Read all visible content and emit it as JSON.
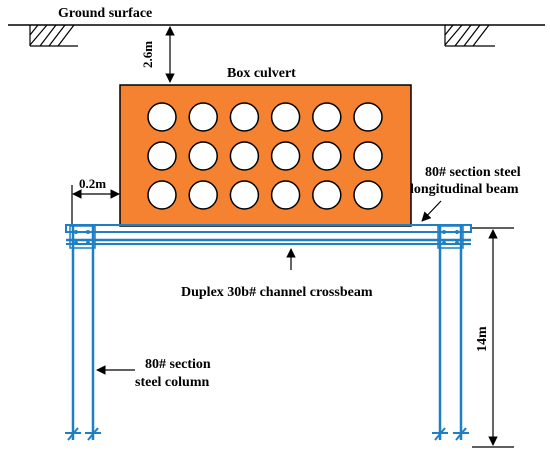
{
  "labels": {
    "ground_surface": "Ground surface",
    "box_culvert": "Box culvert",
    "depth": "2.6m",
    "offset": "0.2m",
    "beam_line1": "80# section steel",
    "beam_line2": "longitudinal beam",
    "crossbeam": "Duplex 30b# channel crossbeam",
    "column_line1": "80# section",
    "column_line2": "steel column",
    "height": "14m"
  },
  "culvert": {
    "rows": 3,
    "cols": 6
  },
  "colors": {
    "culvert_fill": "#f58231",
    "steel": "#1f7fc4",
    "line": "#000000"
  }
}
